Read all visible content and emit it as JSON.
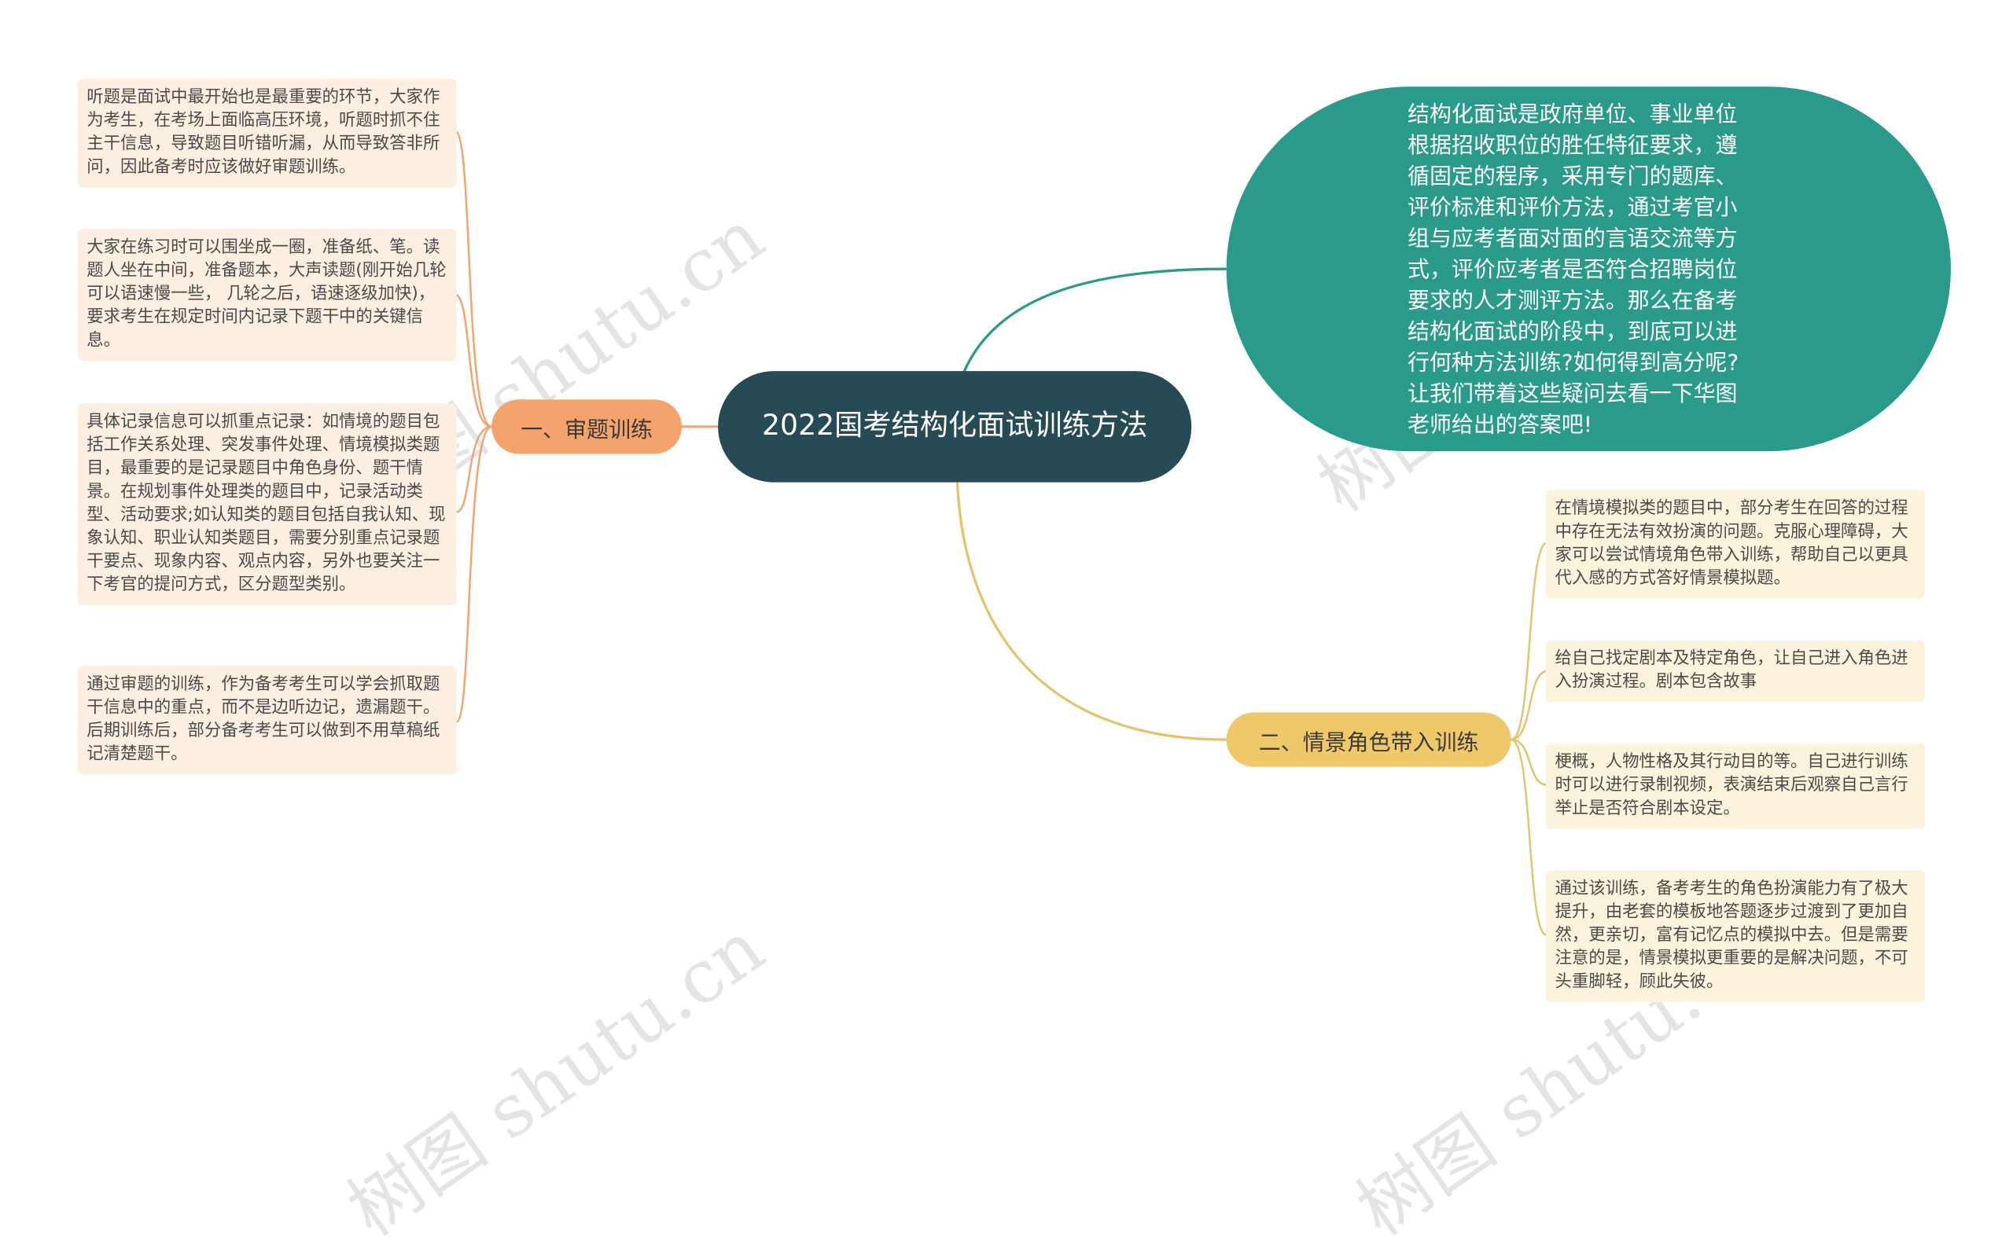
{
  "root": {
    "title": "2022国考结构化面试训练方法"
  },
  "intro": {
    "text": "结构化面试是政府单位、事业单位根据招收职位的胜任特征要求，遵循固定的程序，采用专门的题库、评价标准和评价方法，通过考官小组与应考者面对面的言语交流等方式，评价应考者是否符合招聘岗位要求的人才测评方法。那么在备考结构化面试的阶段中，到底可以进行何种方法训练?如何得到高分呢?让我们带着这些疑问去看一下华图老师给出的答案吧!"
  },
  "branch1": {
    "label": "一、审题训练",
    "color": "#f2a46c",
    "items": [
      "听题是面试中最开始也是最重要的环节，大家作为考生，在考场上面临高压环境，听题时抓不住主干信息，导致题目听错听漏，从而导致答非所问，因此备考时应该做好审题训练。",
      "大家在练习时可以围坐成一圈，准备纸、笔。读题人坐在中间，准备题本，大声读题(刚开始几轮可以语速慢一些， 几轮之后，语速逐级加快)，要求考生在规定时间内记录下题干中的关键信息。",
      "具体记录信息可以抓重点记录：如情境的题目包括工作关系处理、突发事件处理、情境模拟类题目，最重要的是记录题目中角色身份、题干情景。在规划事件处理类的题目中，记录活动类型、活动要求;如认知类的题目包括自我认知、现象认知、职业认知类题目，需要分别重点记录题干要点、现象内容、观点内容，另外也要关注一下考官的提问方式，区分题型类别。",
      "通过审题的训练，作为备考考生可以学会抓取题干信息中的重点，而不是边听边记，遗漏题干。后期训练后，部分备考考生可以做到不用草稿纸记清楚题干。"
    ]
  },
  "branch2": {
    "label": "二、情景角色带入训练",
    "color": "#efc869",
    "items": [
      "在情境模拟类的题目中，部分考生在回答的过程中存在无法有效扮演的问题。克服心理障碍，大家可以尝试情境角色带入训练，帮助自己以更具代入感的方式答好情景模拟题。",
      "给自己找定剧本及特定角色，让自己进入角色进入扮演过程。剧本包含故事",
      "梗概，人物性格及其行动目的等。自己进行训练时可以进行录制视频，表演结束后观察自己言行举止是否符合剧本设定。",
      "通过该训练，备考考生的角色扮演能力有了极大提升，由老套的模板地答题逐步过渡到了更加自然，更亲切，富有记忆点的模拟中去。但是需要注意的是，情景模拟更重要的是解决问题，不可头重脚轻，顾此失彼。"
    ]
  },
  "colors": {
    "root": "#274a57",
    "intro": "#2a9b8a",
    "leaf_orange": "#fdeee2",
    "leaf_yellow": "#fbf3dc"
  },
  "watermarks": [
    "树图 shutu.cn",
    "树图 shutu.cn",
    "树图 shutu.cn",
    "树图 shutu.cn"
  ]
}
